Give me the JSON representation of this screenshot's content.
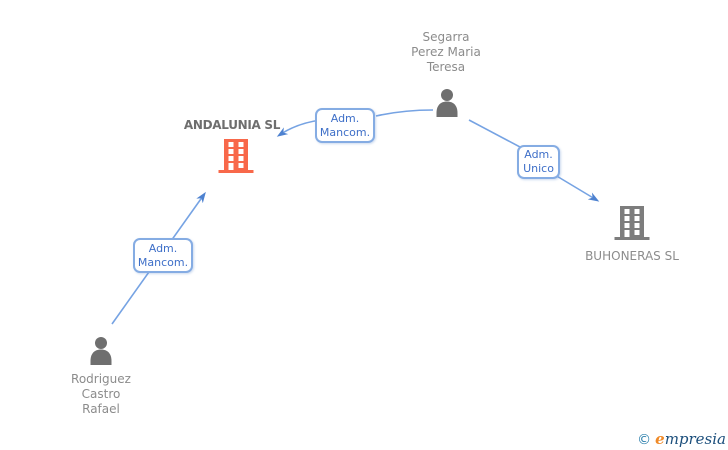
{
  "diagram": {
    "nodes": {
      "segarra": {
        "type": "person",
        "name_lines": [
          "Segarra",
          "Perez Maria",
          "Teresa"
        ]
      },
      "rodriguez": {
        "type": "person",
        "name_lines": [
          "Rodriguez",
          "Castro",
          "Rafael"
        ]
      },
      "andalunia": {
        "type": "company",
        "label": "ANDALUNIA SL",
        "highlighted": true
      },
      "buhoneras": {
        "type": "company",
        "label": "BUHONERAS SL",
        "highlighted": false
      }
    },
    "edges": [
      {
        "id": "segarra-to-andalunia",
        "from": "segarra",
        "to": "andalunia",
        "label_lines": [
          "Adm.",
          "Mancom."
        ]
      },
      {
        "id": "segarra-to-buhoneras",
        "from": "segarra",
        "to": "buhoneras",
        "label_lines": [
          "Adm.",
          "Unico"
        ]
      },
      {
        "id": "rodriguez-to-andalunia",
        "from": "rodriguez",
        "to": "andalunia",
        "label_lines": [
          "Adm.",
          "Mancom."
        ]
      }
    ]
  },
  "footer": {
    "copyright_symbol": "©",
    "brand_e": "e",
    "brand_rest": "mpresia"
  },
  "colors": {
    "company_accent": "#F8684A",
    "company_gray": "#7D7D7D",
    "person_gray": "#6F6F6F",
    "text_gray": "#8C8C8C",
    "label_dark": "#6E6E6E",
    "edge_blue": "#76A3E3",
    "arrow_blue": "#4E82D0",
    "box_border": "#85ACE3",
    "box_text": "#3E6FC8",
    "logo_teal": "#2B7FAC",
    "logo_orange": "#F08A28",
    "logo_navy": "#1C4F7C"
  }
}
